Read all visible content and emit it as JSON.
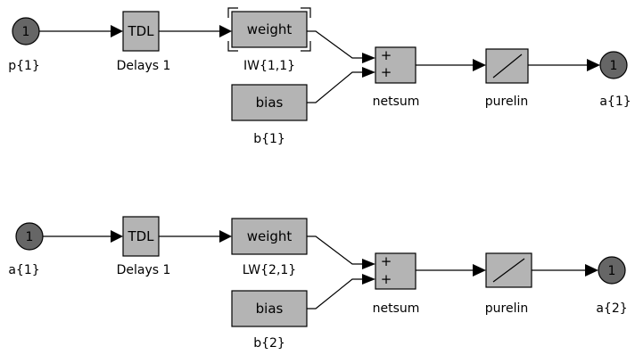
{
  "layer1": {
    "input_port": {
      "number": "1",
      "label": "p{1}"
    },
    "delay_block": {
      "text": "TDL",
      "label": "Delays 1"
    },
    "weight_block": {
      "text": "weight",
      "label": "IW{1,1}"
    },
    "bias_block": {
      "text": "bias",
      "label": "b{1}"
    },
    "sum_block": {
      "sign1": "+",
      "sign2": "+",
      "label": "netsum"
    },
    "transfer_block": {
      "label": "purelin"
    },
    "output_port": {
      "number": "1",
      "label": "a{1}"
    }
  },
  "layer2": {
    "input_port": {
      "number": "1",
      "label": "a{1}"
    },
    "delay_block": {
      "text": "TDL",
      "label": "Delays 1"
    },
    "weight_block": {
      "text": "weight",
      "label": "LW{2,1}"
    },
    "bias_block": {
      "text": "bias",
      "label": "b{2}"
    },
    "sum_block": {
      "sign1": "+",
      "sign2": "+",
      "label": "netsum"
    },
    "transfer_block": {
      "label": "purelin"
    },
    "output_port": {
      "number": "1",
      "label": "a{2}"
    }
  },
  "colors": {
    "block_fill": "#b4b4b4",
    "port_fill": "#666666",
    "line": "#000000"
  }
}
